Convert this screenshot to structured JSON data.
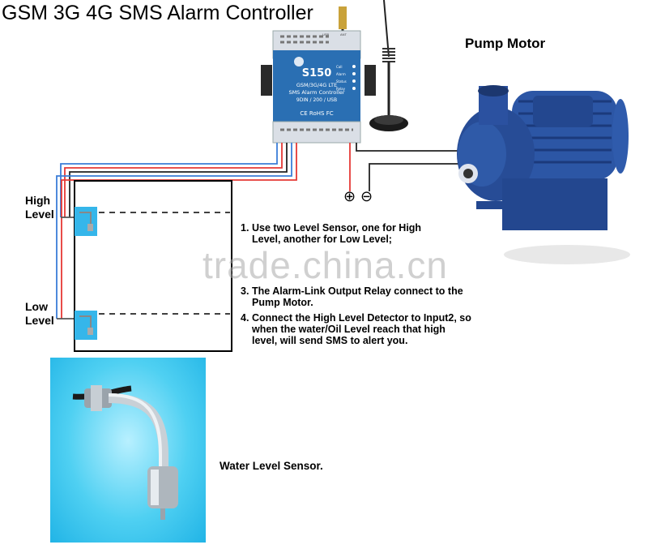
{
  "title": "GSM 3G 4G SMS Alarm Controller",
  "pump_label": "Pump Motor",
  "controller": {
    "model": "S150",
    "line1": "GSM/3G/4G LTE",
    "line2": "SMS Alarm Controller",
    "line3": "9DIN / 200 / USB",
    "cert": "CE RoHS FC",
    "leds": [
      "Call",
      "Alarm",
      "Status",
      "Relay"
    ],
    "top_labels": [
      "USB",
      "ANT"
    ]
  },
  "polarity": {
    "plus": "⊕",
    "minus": "⊖"
  },
  "levels": {
    "high": [
      "High",
      "Level"
    ],
    "low": [
      "Low",
      "Level"
    ]
  },
  "instructions": [
    {
      "num": "1.",
      "lines": [
        "Use two Level Sensor, one for High",
        "Level, another for Low Level;"
      ]
    },
    {
      "num": "3.",
      "lines": [
        "The Alarm-Link Output Relay connect to the",
        "Pump Motor."
      ]
    },
    {
      "num": "4.",
      "lines": [
        "Connect the High Level Detector to Input2, so",
        "when the water/Oil Level reach that high",
        "level, will send SMS to alert you."
      ]
    }
  ],
  "watermark": "trade.china.cn",
  "sensor_label": "Water Level Sensor.",
  "colors": {
    "controller_blue": "#2a6fb3",
    "wire_red": "#e53935",
    "wire_blue": "#3b7dd8",
    "wire_black": "#222222",
    "pump_blue": "#274c96",
    "sensor_bg": "#35c3ef"
  }
}
